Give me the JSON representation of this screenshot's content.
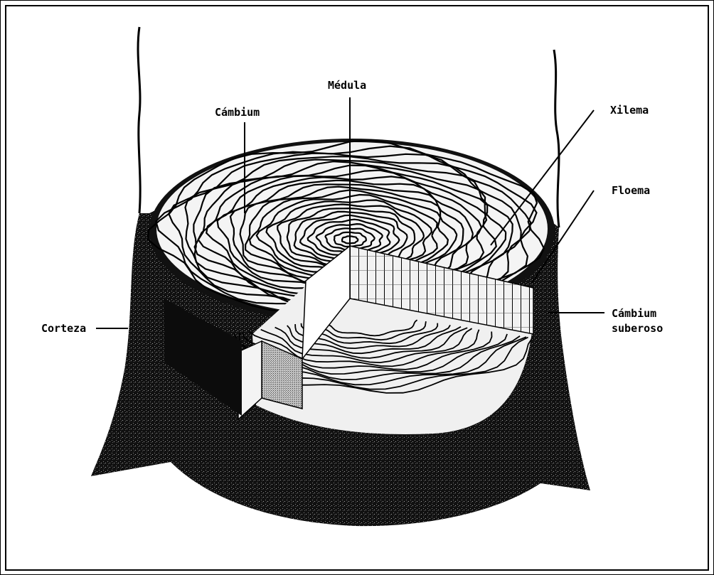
{
  "diagram": {
    "labels": {
      "medula": "Médula",
      "cambium": "Cámbium",
      "xilema": "Xilema",
      "floema": "Floema",
      "corteza": "Corteza",
      "cambium_suberoso_line1": "Cámbium",
      "cambium_suberoso_line2": "suberoso"
    }
  },
  "colors": {
    "ink": "#000000",
    "paper": "#ffffff",
    "light_wood": "#e4e4e4",
    "shade": "#9a9a9a",
    "bark": "#141414"
  }
}
